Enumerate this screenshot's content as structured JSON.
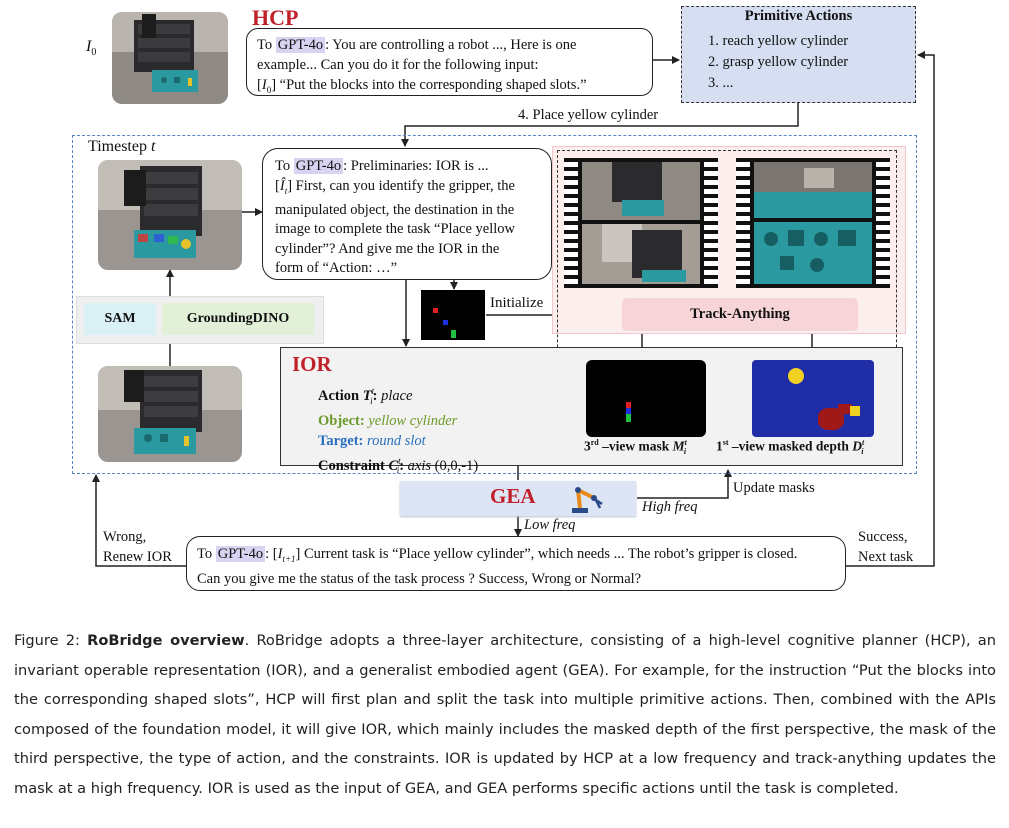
{
  "hcp": {
    "title": "HCP",
    "image_label_I": "I",
    "image_label_sub": "0",
    "prompt_prefix": "To ",
    "prompt_gpt": "GPT-4o",
    "prompt_line1": ": You are controlling a robot ..., Here is one",
    "prompt_line2": "example... Can you do it for the following input:",
    "prompt_line3_a": "[",
    "prompt_line3_I": "I",
    "prompt_line3_sub": "0",
    "prompt_line3_b": "] “Put the blocks into the corresponding shaped slots.”"
  },
  "primitive_actions": {
    "title": "Primitive Actions",
    "items": [
      "1. reach yellow cylinder",
      "2. grasp yellow cylinder",
      "3. ..."
    ]
  },
  "arrow_label_place": "4. Place yellow cylinder",
  "timestep": {
    "label": "Timestep ",
    "var": "t"
  },
  "ior_prompt": {
    "prefix": "To ",
    "gpt": "GPT-4o",
    "line1": ": Preliminaries: IOR is ...",
    "line2_a": "[",
    "line2_var": "Î",
    "line2_sub": "t",
    "line2_b": "] First, can you identify the gripper, the",
    "line3": "manipulated object, the destination in the",
    "line4": "image to complete the task “Place yellow",
    "line5": "cylinder”? And give me the IOR in the",
    "line6": "form of “Action: …”"
  },
  "sam_label": "SAM",
  "grounding_label": "GroundingDINO",
  "initialize_label": "Initialize",
  "track_anything_label": "Track-Anything",
  "ior": {
    "title": "IOR",
    "action_key": "Action ",
    "action_sym": "T",
    "action_value": "place",
    "object_key": "Object: ",
    "object_value": "yellow cylinder",
    "target_key": "Target: ",
    "target_value": "round slot",
    "constraint_key": "Constraint ",
    "constraint_sym": "C",
    "constraint_value": "axis (0,0,-1)",
    "mask3_pre": "3",
    "mask3_sup": "rd",
    "mask3_post": " –view mask ",
    "mask3_sym": "M",
    "depth1_pre": "1",
    "depth1_sup": "st",
    "depth1_post": " –view masked depth ",
    "depth1_sym": "D",
    "sub_i": "i",
    "sup_t": "t"
  },
  "gea": {
    "title": "GEA"
  },
  "high_freq": "High freq",
  "low_freq": "Low freq",
  "update_masks": "Update masks",
  "wrong_label_1": "Wrong,",
  "wrong_label_2": "Renew IOR",
  "success_label_1": "Success,",
  "success_label_2": "Next task",
  "status_prompt": {
    "prefix": "To ",
    "gpt": "GPT-4o",
    "line1_a": ": [",
    "line1_var": "I",
    "line1_sub": "t+1",
    "line1_b": "] Current task is “Place yellow cylinder”, which needs ... The robot’s gripper is closed.",
    "line2": "Can you give me the status of the task process ? Success, Wrong or Normal?"
  },
  "caption": {
    "fig": "Figure 2: ",
    "bold": "RoBridge overview",
    "text": ". RoBridge adopts a three-layer architecture, consisting of a high-level cognitive planner (HCP), an invariant operable representation (IOR), and a generalist embodied agent (GEA). For example, for the instruction “Put the blocks into the corresponding shaped slots”, HCP will first plan and split the task into multiple primitive actions. Then, combined with the APIs composed of the foundation model, it will give IOR, which mainly includes the masked depth of the first perspective, the mask of the third perspective, the type of action, and the constraints. IOR is updated by HCP at a low frequency and track-anything updates the mask at a high frequency. IOR is used as the input of GEA, and GEA performs specific actions until the task is completed."
  },
  "colors": {
    "hcp_red": "#c0202a",
    "primitive_bg": "#d6dff2",
    "dashed_blue": "#5b84c4",
    "track_bg": "#f7d4d8",
    "grounding_bg": "#e3f0d8",
    "sam_bg": "#d9f0f4",
    "gea_bg": "#dde4f3",
    "object_green": "#6b9a2a",
    "target_blue": "#2a6fbf"
  }
}
